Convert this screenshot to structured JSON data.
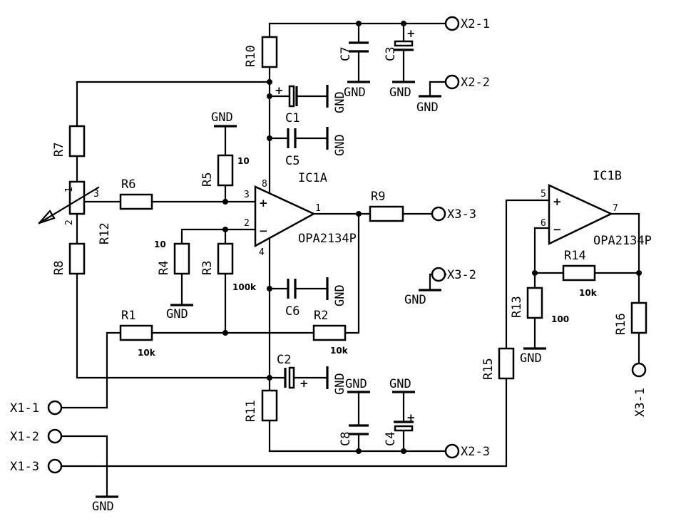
{
  "parts": {
    "R1": "R1",
    "R2": "R2",
    "R3": "R3",
    "R4": "R4",
    "R5": "R5",
    "R6": "R6",
    "R7": "R7",
    "R8": "R8",
    "R9": "R9",
    "R10": "R10",
    "R11": "R11",
    "R12": "R12",
    "R13": "R13",
    "R14": "R14",
    "R15": "R15",
    "R16": "R16",
    "C1": "C1",
    "C2": "C2",
    "C3": "C3",
    "C4": "C4",
    "C5": "C5",
    "C6": "C6",
    "C7": "C7",
    "C8": "C8",
    "IC1A": "IC1A",
    "IC1B": "IC1B",
    "OPA_A": "OPA2134P",
    "OPA_B": "OPA2134P"
  },
  "values": {
    "R1": "10k",
    "R2": "10k",
    "R3": "100k",
    "R4": "10",
    "R5": "10",
    "R13": "100",
    "R14": "10k"
  },
  "connectors": {
    "X2_1": "X2-1",
    "X2_2": "X2-2",
    "X2_3": "X2-3",
    "X3_1": "X3-1",
    "X3_2": "X3-2",
    "X3_3": "X3-3",
    "X1_1": "X1-1",
    "X1_2": "X1-2",
    "X1_3": "X1-3"
  },
  "pins": {
    "p1": "1",
    "p2": "2",
    "p3": "3",
    "p4": "4",
    "p5": "5",
    "p6": "6",
    "p7": "7",
    "p8": "8",
    "pot1": "1",
    "pot2": "2",
    "pot3": "3"
  },
  "symbols": {
    "plus": "+",
    "minus": "−"
  },
  "gnd": "GND"
}
